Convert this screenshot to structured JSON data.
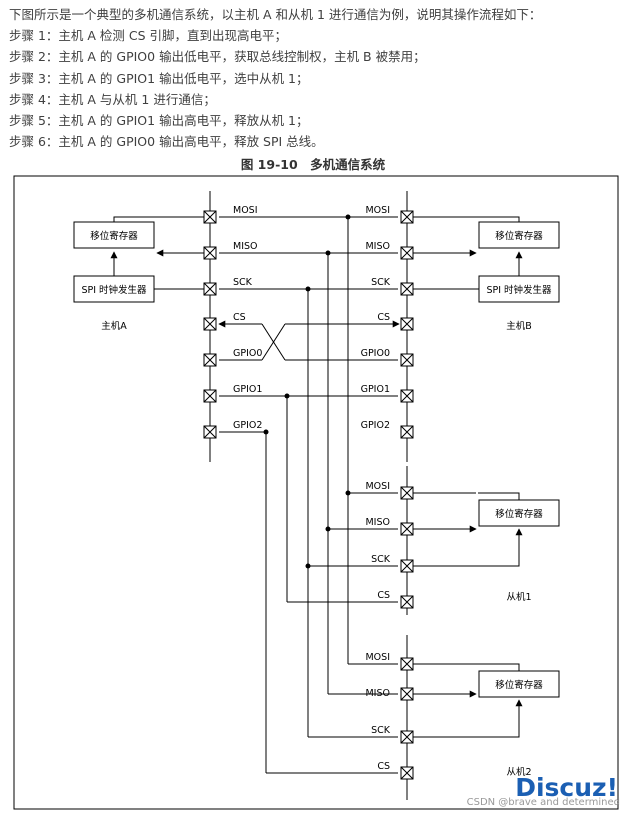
{
  "intro": "下图所示是一个典型的多机通信系统，以主机 A 和从机 1 进行通信为例，说明其操作流程如下：",
  "steps": [
    "步骤 1：主机 A 检测 CS 引脚，直到出现高电平；",
    "步骤 2：主机 A 的 GPIO0 输出低电平，获取总线控制权，主机 B 被禁用；",
    "步骤 3：主机 A 的 GPIO1 输出低电平，选中从机 1；",
    "步骤 4：主机 A 与从机 1 进行通信；",
    "步骤 5：主机 A 的 GPIO1 输出高电平，释放从机 1；",
    "步骤 6：主机 A 的 GPIO0 输出高电平，释放 SPI 总线。"
  ],
  "caption": "图 19-10　多机通信系统",
  "diagram": {
    "master_a": {
      "name": "主机A",
      "shift_register": "移位寄存器",
      "clock_gen": "SPI 时钟发生器",
      "pins": [
        "MOSI",
        "MISO",
        "SCK",
        "CS",
        "GPIO0",
        "GPIO1",
        "GPIO2"
      ]
    },
    "master_b": {
      "name": "主机B",
      "shift_register": "移位寄存器",
      "clock_gen": "SPI 时钟发生器",
      "pins": [
        "MOSI",
        "MISO",
        "SCK",
        "CS",
        "GPIO0",
        "GPIO1",
        "GPIO2"
      ]
    },
    "slave1": {
      "name": "从机1",
      "shift_register": "移位寄存器",
      "pins": [
        "MOSI",
        "MISO",
        "SCK",
        "CS"
      ]
    },
    "slave2": {
      "name": "从机2",
      "shift_register": "移位寄存器",
      "pins": [
        "MOSI",
        "MISO",
        "SCK",
        "CS"
      ]
    }
  },
  "watermark": {
    "brand": "Discuz!",
    "credit": "CSDN @brave and determined"
  }
}
